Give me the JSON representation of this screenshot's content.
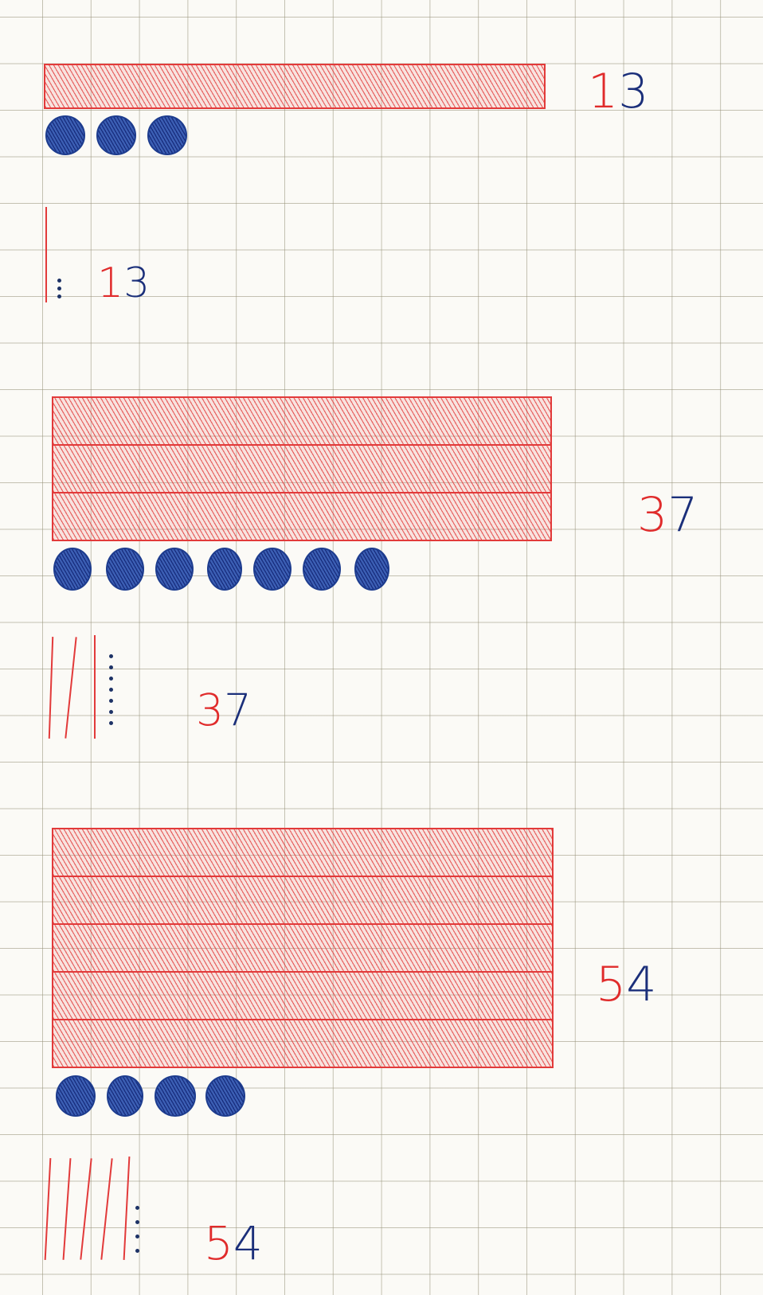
{
  "colors": {
    "tens": "#e02b2b",
    "ones": "#1b2f7a",
    "grid": "#9c9678",
    "paper": "#fbfaf6"
  },
  "examples": [
    {
      "tens_bars": 1,
      "ones_dots": 3,
      "number_tens": "1",
      "number_ones": "3",
      "short_tens_sticks": 1,
      "short_ones_dots": 3,
      "short_number_tens": "1",
      "short_number_ones": "3"
    },
    {
      "tens_bars": 3,
      "ones_dots": 7,
      "number_tens": "3",
      "number_ones": "7",
      "short_tens_sticks": 3,
      "short_ones_dots": 7,
      "short_number_tens": "3",
      "short_number_ones": "7"
    },
    {
      "tens_bars": 5,
      "ones_dots": 4,
      "number_tens": "5",
      "number_ones": "4",
      "short_tens_sticks": 5,
      "short_ones_dots": 4,
      "short_number_tens": "5",
      "short_number_ones": "4"
    }
  ]
}
